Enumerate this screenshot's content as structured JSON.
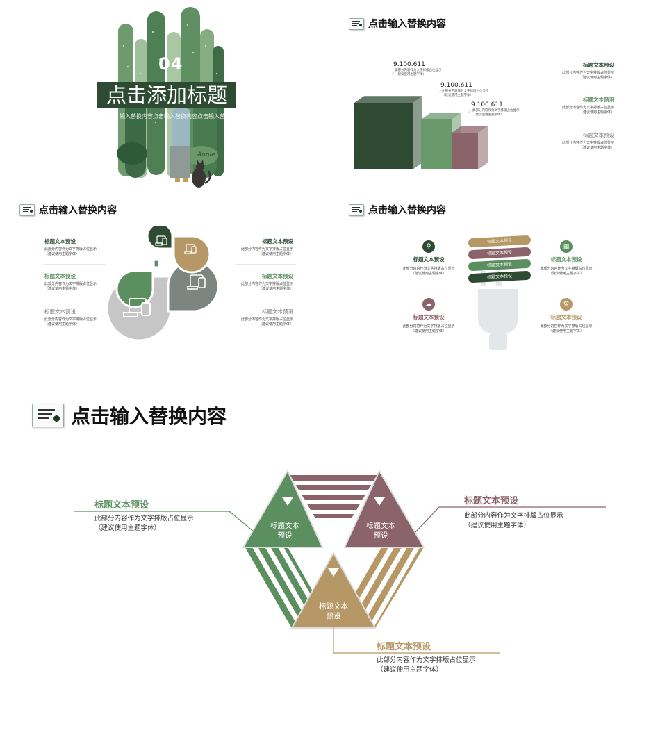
{
  "colors": {
    "dark_green": "#2e4a33",
    "green": "#5b8f60",
    "light_green": "#6a9a6c",
    "tan": "#b59866",
    "mauve": "#8b636a",
    "gray": "#7d8580",
    "light_gray": "#c6c6c6",
    "plug_gray": "#e4e7ea"
  },
  "common": {
    "header_title": "点击输入替换内容",
    "item_title": "标题文本预设",
    "item_desc_line1": "此部分内容作为文字排版占位显示",
    "item_desc_line2": "（建议使用主题字体）",
    "shape_label_line1": "标题文本",
    "shape_label_line2": "预设",
    "header_icon": "document-leaf-icon",
    "device_icon": "devices-icon"
  },
  "slide1": {
    "number": "04",
    "title": "点击添加标题",
    "subtitle": "输入替换内容点击输入替换内容点击输入替换内容",
    "signature": "Annie",
    "illustration": "cactus-girl-cat-illustration"
  },
  "slide2": {
    "values": [
      "9.100.611",
      "9.100.611",
      "9.100.611"
    ],
    "relative_heights": [
      1.0,
      0.75,
      0.55
    ]
  },
  "slide4": {
    "bands": [
      "标题文本预设",
      "标题文本预设",
      "标题文本预设",
      "标题文本预设"
    ],
    "icons": [
      "bicycle-icon",
      "calendar-icon",
      "cloud-icon",
      "gear-icon"
    ]
  }
}
